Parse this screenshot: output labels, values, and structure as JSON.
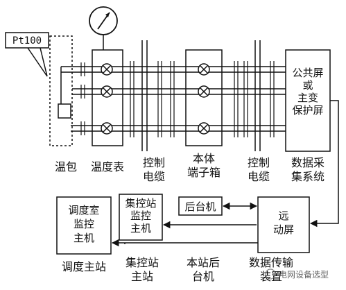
{
  "diagram": {
    "callout": "Pt100",
    "top_labels": {
      "bulb": "温包",
      "thermometer": "温度表",
      "cable_left": [
        "控制",
        "电缆"
      ],
      "terminal_box": [
        "本体",
        "端子箱"
      ],
      "cable_right": [
        "控制",
        "电缆"
      ],
      "acquisition": [
        "数据采",
        "集系统"
      ]
    },
    "protection_panel": [
      "公共屏",
      "或",
      "主变",
      "保护屏"
    ],
    "boxes": {
      "dispatch_monitor": [
        "调度室",
        "监控",
        "主机"
      ],
      "central_monitor": [
        "集控站",
        "监控",
        "主机"
      ],
      "backend": "后台机",
      "telecontrol": [
        "远",
        "动屏"
      ]
    },
    "bottom_labels": {
      "dispatch_main": "调度主站",
      "central_main": [
        "集控站",
        "主站"
      ],
      "local_backend": [
        "本站后",
        "台机"
      ],
      "transmission": [
        "数据传输",
        "装置"
      ]
    },
    "watermark": "电网设备选型"
  }
}
